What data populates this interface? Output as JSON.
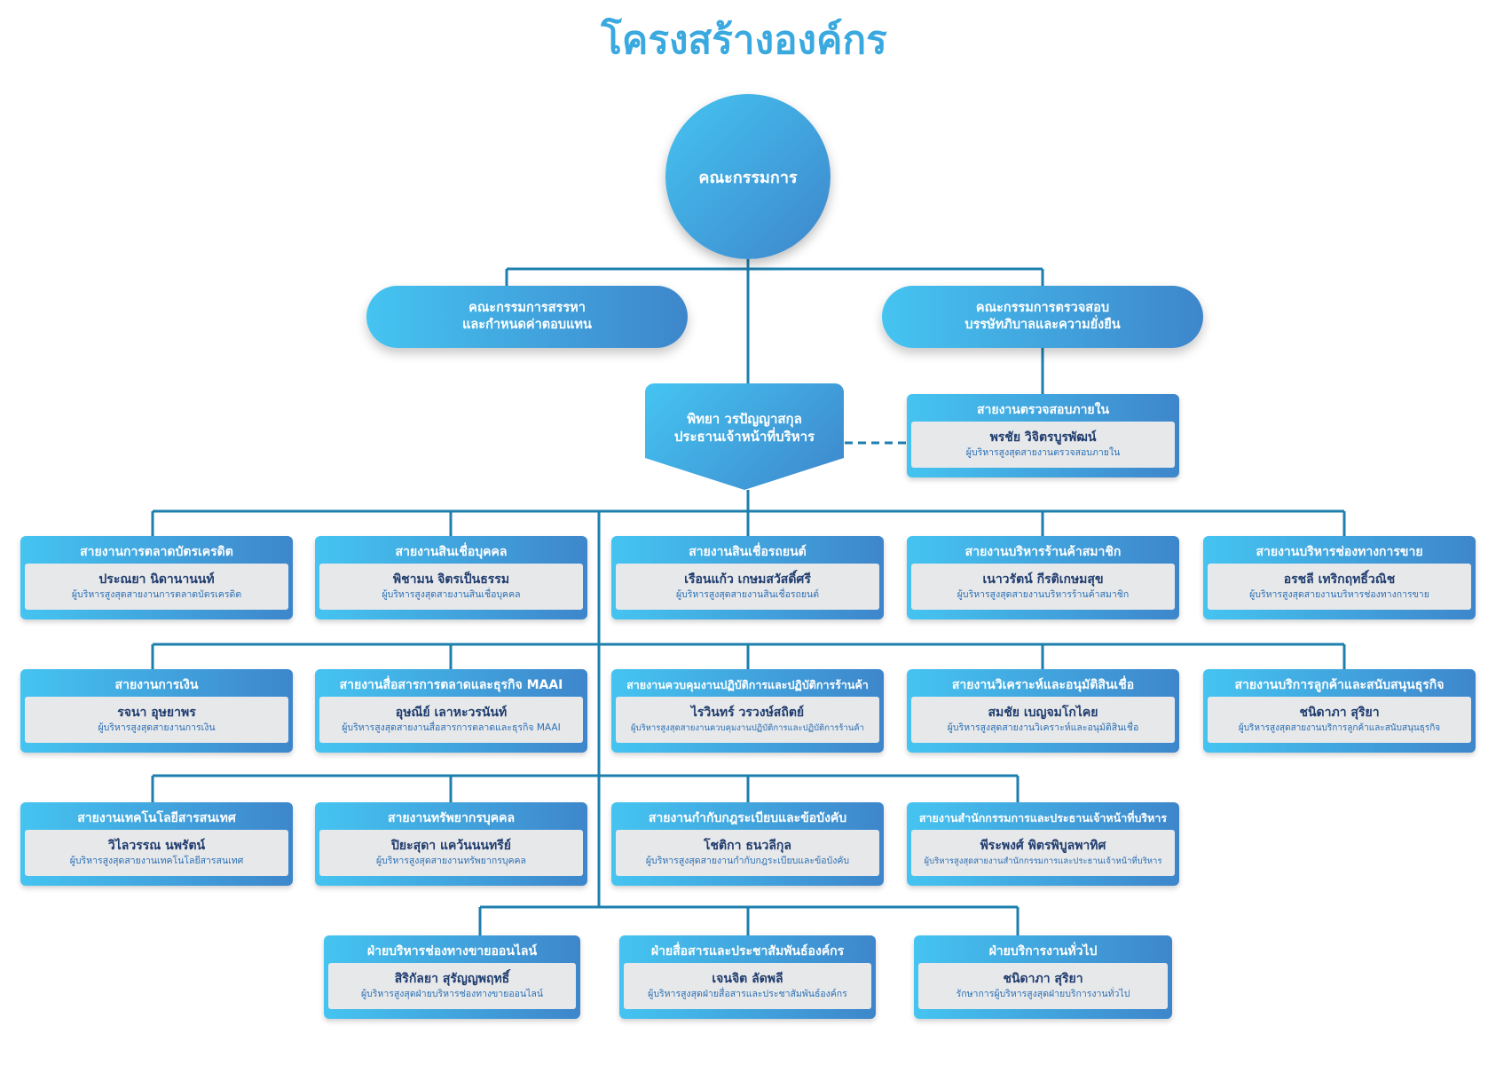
{
  "title": "โครงสร้างองค์กร",
  "board": {
    "label": "คณะกรรมการ"
  },
  "committees": [
    {
      "line1": "คณะกรรมการสรรหา",
      "line2": "และกำหนดค่าตอบแทน"
    },
    {
      "line1": "คณะกรรมการตรวจสอบ",
      "line2": "บรรษัทภิบาลและความยั่งยืน"
    }
  ],
  "ceo": {
    "name": "พิทยา วรปัญญาสกุล",
    "title": "ประธานเจ้าหน้าที่บริหาร"
  },
  "internal_audit": {
    "dept": "สายงานตรวจสอบภายใน",
    "name": "พรชัย วิจิตรบูรพัฒน์",
    "position": "ผู้บริหารสูงสุดสายงานตรวจสอบภายใน"
  },
  "units": [
    {
      "dept": "สายงานการตลาดบัตรเครดิต",
      "name": "ประณยา นิดานานนท์",
      "position": "ผู้บริหารสูงสุดสายงานการตลาดบัตรเครดิต"
    },
    {
      "dept": "สายงานสินเชื่อบุคคล",
      "name": "พิชามน จิตรเป็นธรรม",
      "position": "ผู้บริหารสูงสุดสายงานสินเชื่อบุคคล"
    },
    {
      "dept": "สายงานสินเชื่อรถยนต์",
      "name": "เรือนแก้ว เกษมสวัสดิ์ศรี",
      "position": "ผู้บริหารสูงสุดสายงานสินเชื่อรถยนต์"
    },
    {
      "dept": "สายงานบริหารร้านค้าสมาชิก",
      "name": "เนาวรัตน์ กีรติเกษมสุข",
      "position": "ผู้บริหารสูงสุดสายงานบริหารร้านค้าสมาชิก"
    },
    {
      "dept": "สายงานบริหารช่องทางการขาย",
      "name": "อรชลี เทริกฤทธิ์วณิช",
      "position": "ผู้บริหารสูงสุดสายงานบริหารช่องทางการขาย"
    },
    {
      "dept": "สายงานการเงิน",
      "name": "รจนา อุษยาพร",
      "position": "ผู้บริหารสูงสุดสายงานการเงิน"
    },
    {
      "dept": "สายงานสื่อสารการตลาดและธุรกิจ MAAI",
      "name": "อุษณีย์ เลาหะวรนันท์",
      "position": "ผู้บริหารสูงสุดสายงานสื่อสารการตลาดและธุรกิจ MAAI"
    },
    {
      "dept": "สายงานควบคุมงานปฏิบัติการและปฏิบัติการร้านค้า",
      "name": "ไรวินทร์ วรวงษ์สถิตย์",
      "position": "ผู้บริหารสูงสุดสายงานควบคุมงานปฏิบัติการและปฏิบัติการร้านค้า"
    },
    {
      "dept": "สายงานวิเคราะห์และอนุมัติสินเชื่อ",
      "name": "สมชัย เบญจมโกไคย",
      "position": "ผู้บริหารสูงสุดสายงานวิเคราะห์และอนุมัติสินเชื่อ"
    },
    {
      "dept": "สายงานบริการลูกค้าและสนับสนุนธุรกิจ",
      "name": "ชนิดาภา สุริยา",
      "position": "ผู้บริหารสูงสุดสายงานบริการลูกค้าและสนับสนุนธุรกิจ"
    },
    {
      "dept": "สายงานเทคโนโลยีสารสนเทศ",
      "name": "วิไลวรรณ นพรัตน์",
      "position": "ผู้บริหารสูงสุดสายงานเทคโนโลยีสารสนเทศ"
    },
    {
      "dept": "สายงานทรัพยากรบุคคล",
      "name": "ปิยะสุดา แคว้นนนทรีย์",
      "position": "ผู้บริหารสูงสุดสายงานทรัพยากรบุคคล"
    },
    {
      "dept": "สายงานกำกับกฎระเบียบและข้อบังคับ",
      "name": "โชติกา ธนวลีกุล",
      "position": "ผู้บริหารสูงสุดสายงานกำกับกฎระเบียบและข้อบังคับ"
    },
    {
      "dept": "สายงานสำนักกรรมการและประธานเจ้าหน้าที่บริหาร",
      "name": "พีระพงศ์ พิตรพิบูลพาทิศ",
      "position": "ผู้บริหารสูงสุดสายงานสำนักกรรมการและประธานเจ้าหน้าที่บริหาร"
    },
    {
      "dept": "ฝ่ายบริหารช่องทางขายออนไลน์",
      "name": "สิริกัลยา สุรัญญพฤทธิ์",
      "position": "ผู้บริหารสูงสุดฝ่ายบริหารช่องทางขายออนไลน์"
    },
    {
      "dept": "ฝ่ายสื่อสารและประชาสัมพันธ์องค์กร",
      "name": "เจนจิต ลัดพลี",
      "position": "ผู้บริหารสูงสุดฝ่ายสื่อสารและประชาสัมพันธ์องค์กร"
    },
    {
      "dept": "ฝ่ายบริการงานทั่วไป",
      "name": "ชนิดาภา สุริยา",
      "position": "รักษาการผู้บริหารสูงสุดฝ่ายบริการงานทั่วไป"
    }
  ]
}
